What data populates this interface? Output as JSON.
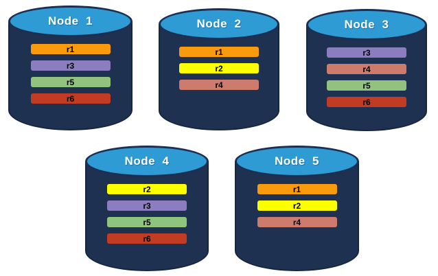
{
  "diagram": {
    "background": "#FFFFFF",
    "cylinder_body_color": "#1F3151",
    "cylinder_outline_color": "#16263F",
    "cylinder_top_color": "#2E9BD5",
    "title_text_color": "#FFFFFF",
    "replica_text_color": "#000000"
  },
  "replica_colors": {
    "r1": "#F99B0C",
    "r2": "#FBFF00",
    "r3": "#8C7CC0",
    "r4": "#CC7B6C",
    "r5": "#90C47E",
    "r6": "#C23B23"
  },
  "nodes": [
    {
      "label": "Node  1",
      "replicas": [
        {
          "label": "r1",
          "color": "#F99B0C"
        },
        {
          "label": "r3",
          "color": "#8C7CC0"
        },
        {
          "label": "r5",
          "color": "#90C47E"
        },
        {
          "label": "r6",
          "color": "#C23B23"
        }
      ]
    },
    {
      "label": "Node  2",
      "replicas": [
        {
          "label": "r1",
          "color": "#F99B0C"
        },
        {
          "label": "r2",
          "color": "#FBFF00"
        },
        {
          "label": "r4",
          "color": "#CC7B6C"
        }
      ]
    },
    {
      "label": "Node  3",
      "replicas": [
        {
          "label": "r3",
          "color": "#8C7CC0"
        },
        {
          "label": "r4",
          "color": "#CC7B6C"
        },
        {
          "label": "r5",
          "color": "#90C47E"
        },
        {
          "label": "r6",
          "color": "#C23B23"
        }
      ]
    },
    {
      "label": "Node  4",
      "replicas": [
        {
          "label": "r2",
          "color": "#FBFF00"
        },
        {
          "label": "r3",
          "color": "#8C7CC0"
        },
        {
          "label": "r5",
          "color": "#90C47E"
        },
        {
          "label": "r6",
          "color": "#C23B23"
        }
      ]
    },
    {
      "label": "Node  5",
      "replicas": [
        {
          "label": "r1",
          "color": "#F99B0C"
        },
        {
          "label": "r2",
          "color": "#FBFF00"
        },
        {
          "label": "r4",
          "color": "#CC7B6C"
        }
      ]
    }
  ]
}
